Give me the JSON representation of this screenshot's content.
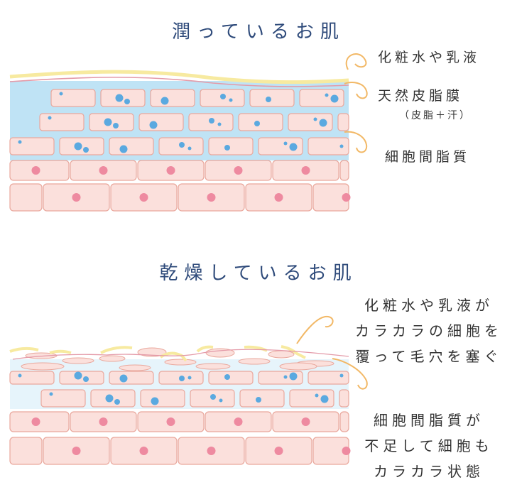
{
  "moist": {
    "title": "潤っているお肌",
    "labels": {
      "moisturizer": "化粧水や乳液",
      "sebum_film": "天然皮脂膜",
      "sebum_film_sub": "（皮脂＋汗）",
      "lipids": "細胞間脂質"
    }
  },
  "dry": {
    "title": "乾燥しているお肌",
    "labels": {
      "moisturizer_lines": [
        "化粧水や乳液が",
        "カラカラの細胞を",
        "覆って毛穴を塞ぐ"
      ],
      "lipids_lines": [
        "細胞間脂質が",
        "不足して細胞も",
        "カラカラ状態"
      ]
    }
  },
  "colors": {
    "title": "#2e4a7a",
    "cell_fill": "#fbe0dc",
    "cell_stroke": "#e9a79c",
    "lipid_blue": "#bfe3f5",
    "droplet": "#5aa9e0",
    "nucleus": "#ee8aa0",
    "film_yellow": "#f7eaa0",
    "film_pink": "#e49aa8",
    "leader_orange": "#f2b866"
  }
}
